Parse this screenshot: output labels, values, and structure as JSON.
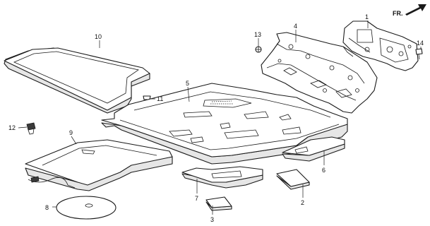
{
  "direction_marker": {
    "label": "FR.",
    "icon": "forward-arrow-icon"
  },
  "callouts": [
    {
      "id": "p1",
      "label": "1"
    },
    {
      "id": "p2",
      "label": "2"
    },
    {
      "id": "p3",
      "label": "3"
    },
    {
      "id": "p4",
      "label": "4"
    },
    {
      "id": "p5",
      "label": "5"
    },
    {
      "id": "p6",
      "label": "6"
    },
    {
      "id": "p7",
      "label": "7"
    },
    {
      "id": "p8",
      "label": "8"
    },
    {
      "id": "p9",
      "label": "9"
    },
    {
      "id": "p10",
      "label": "10"
    },
    {
      "id": "p11",
      "label": "11"
    },
    {
      "id": "p12",
      "label": "12"
    },
    {
      "id": "p13",
      "label": "13"
    },
    {
      "id": "p14",
      "label": "14"
    }
  ]
}
